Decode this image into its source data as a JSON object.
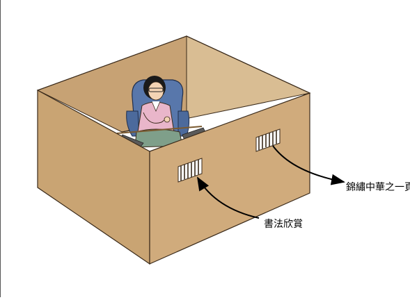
{
  "labels": {
    "calligraphy": "書法欣賞",
    "embroidery": "錦繡中華之一頁"
  },
  "colors": {
    "box_front": "#cfa978",
    "box_side": "#c49b6a",
    "box_inner_back": "#d4b487",
    "box_inner_left": "#b48e60",
    "chair": "#5b7fb0",
    "shirt": "#e7b3c8",
    "skirt": "#7f9f8a",
    "outline": "#3a2a1a"
  },
  "icons": {
    "slit_calligraphy": "vertical-bars-opening",
    "slit_embroidery": "vertical-bars-opening",
    "arrow_1": "curved-arrow",
    "arrow_2": "curved-arrow"
  }
}
